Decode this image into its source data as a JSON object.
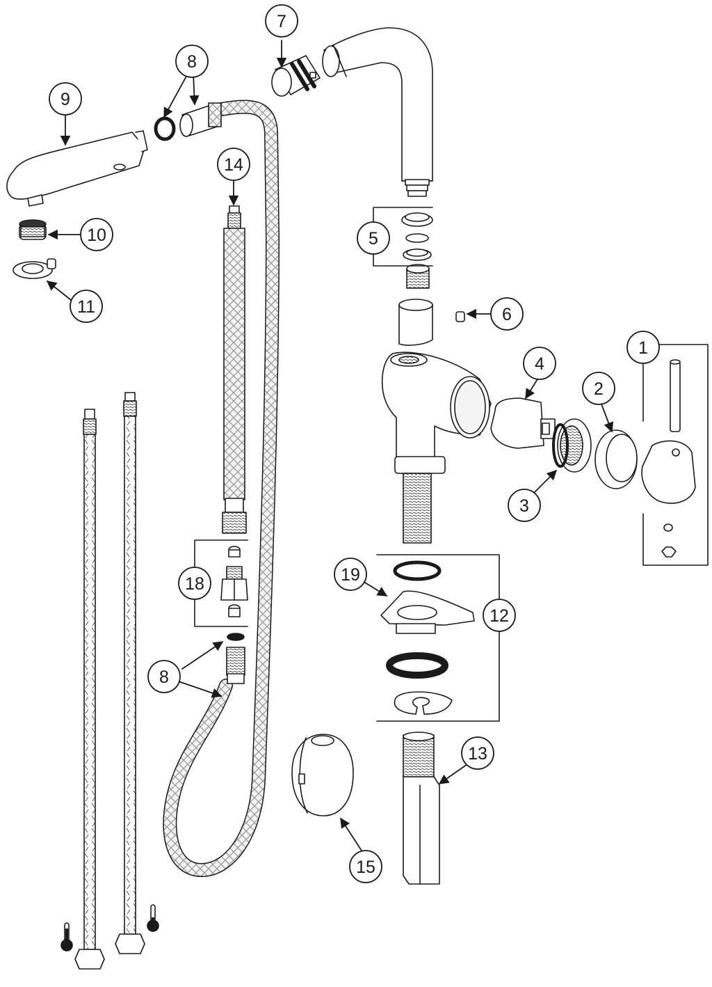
{
  "labels": {
    "l1": "1",
    "l2": "2",
    "l3": "3",
    "l4": "4",
    "l5": "5",
    "l6": "6",
    "l7": "7",
    "l8a": "8",
    "l8b": "8",
    "l9": "9",
    "l10": "10",
    "l11": "11",
    "l12": "12",
    "l13": "13",
    "l14": "14",
    "l15": "15",
    "l18": "18",
    "l19": "19"
  },
  "colors": {
    "stroke": "#1a1a1a",
    "fill": "#ffffff",
    "shade": "#e8e8e8",
    "braid": "#b0b0b0",
    "dark": "#1a1a1a"
  },
  "icons": [
    "thermometer-hot-icon",
    "thermometer-cold-icon"
  ]
}
